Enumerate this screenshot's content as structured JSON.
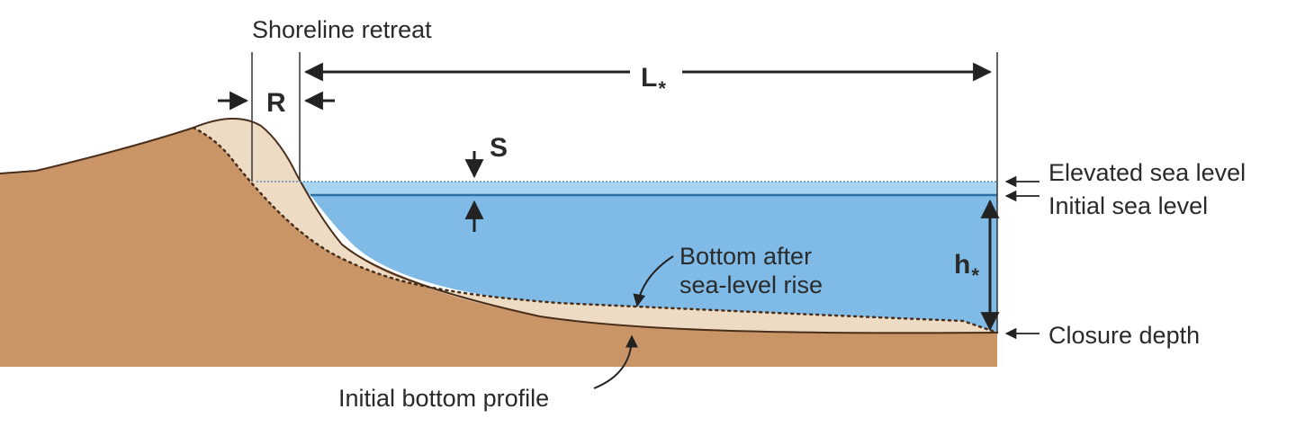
{
  "labels": {
    "shoreline_retreat": "Shoreline retreat",
    "r": "R",
    "l": "L",
    "l_sub": "*",
    "s": "S",
    "h": "h",
    "h_sub": "*",
    "elevated_sea_level": "Elevated sea level",
    "initial_sea_level": "Initial sea level",
    "closure_depth": "Closure depth",
    "bottom_after_line1": "Bottom after",
    "bottom_after_line2": "sea-level rise",
    "initial_bottom_profile": "Initial bottom profile"
  },
  "colors": {
    "land": "#c99466",
    "sand": "#eddcc3",
    "water": "#7fbbe6",
    "water_band": "#a7d4f1",
    "water_line": "#2b6fa6",
    "ink": "#222222"
  }
}
